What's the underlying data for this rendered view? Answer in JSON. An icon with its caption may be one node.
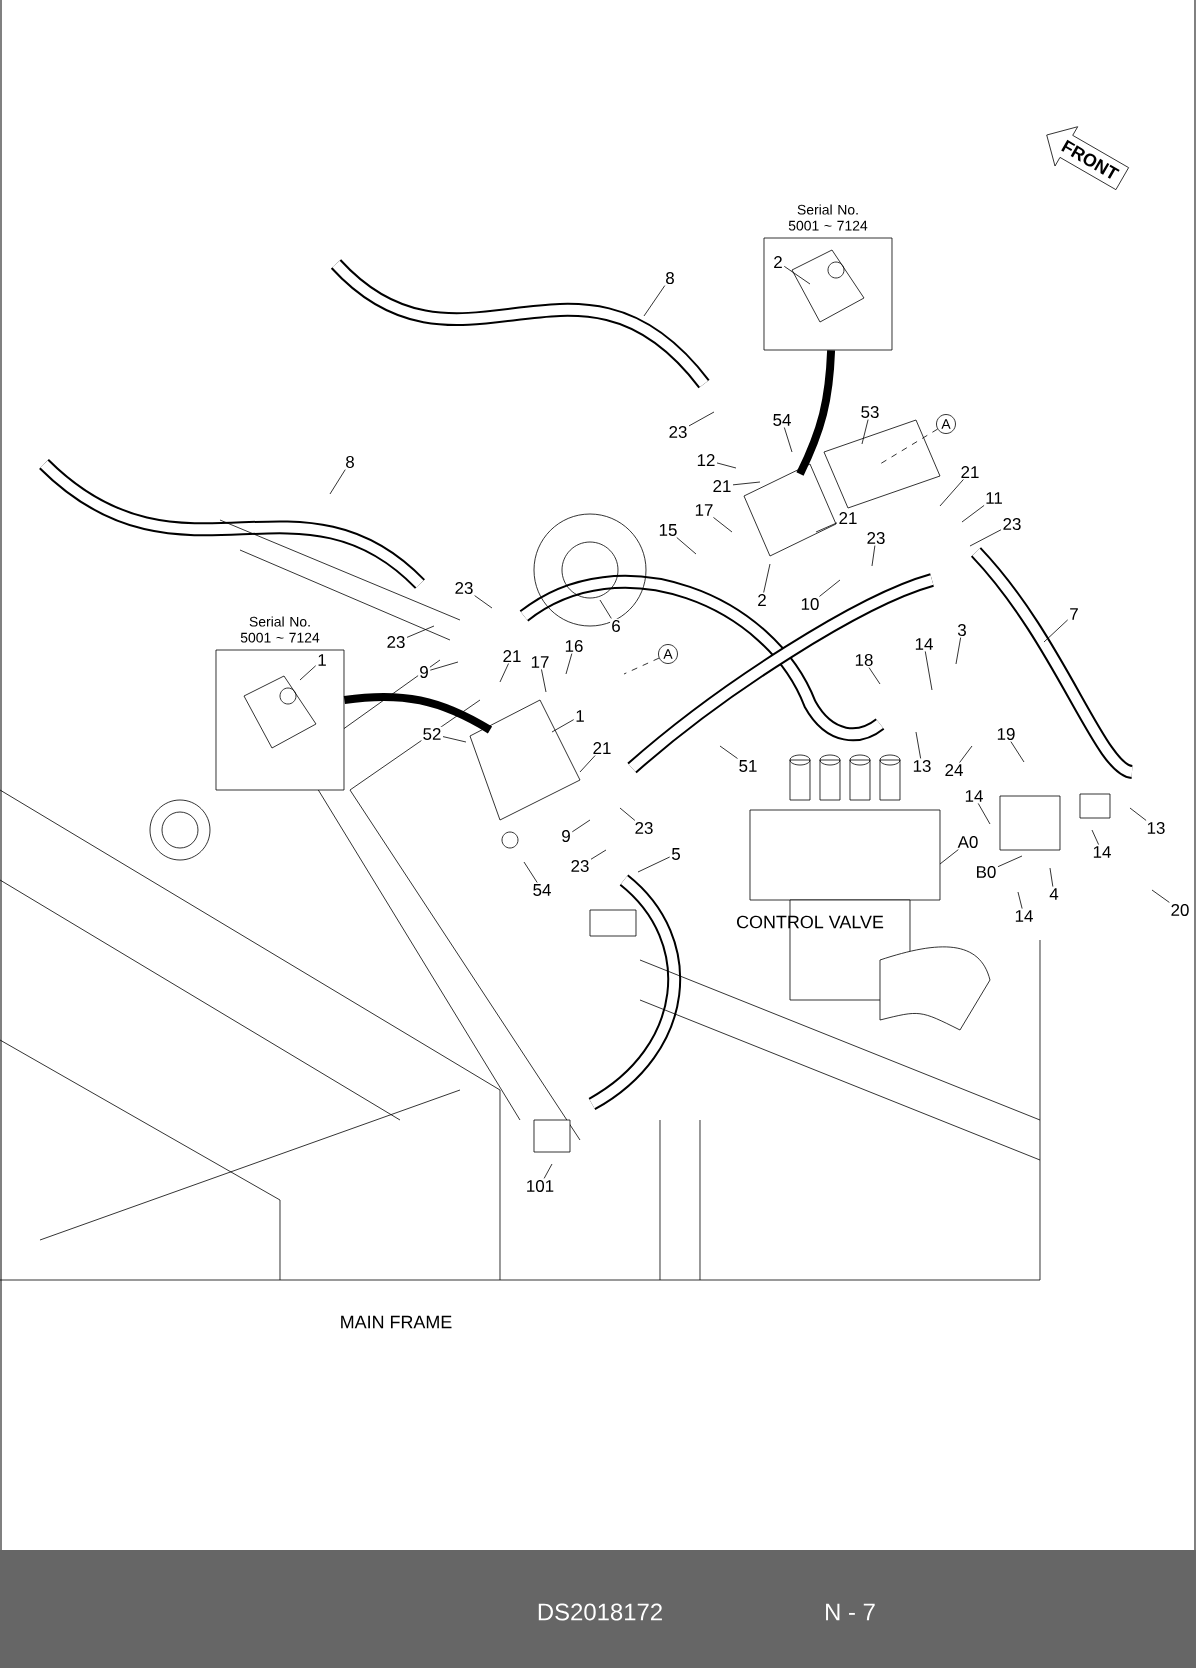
{
  "diagram": {
    "nodes": [
      {
        "text": [
          "FRONT"
        ]
      },
      {
        "text": [
          "Serial No. 5001 ~ 7124"
        ]
      },
      {
        "text": [
          "2"
        ],
        "in": 1
      },
      {
        "text": [
          "8"
        ]
      },
      {
        "text": [
          "54"
        ]
      },
      {
        "text": [
          "53"
        ]
      },
      {
        "text": [
          "A"
        ]
      },
      {
        "text": [
          "23"
        ]
      },
      {
        "text": [
          "12"
        ]
      },
      {
        "text": [
          "21"
        ]
      },
      {
        "text": [
          "21"
        ]
      },
      {
        "text": [
          "8"
        ]
      },
      {
        "text": [
          "11"
        ]
      },
      {
        "text": [
          "23"
        ]
      },
      {
        "text": [
          "17"
        ]
      },
      {
        "text": [
          "21"
        ]
      },
      {
        "text": [
          "15"
        ]
      },
      {
        "text": [
          "23"
        ]
      },
      {
        "text": [
          "23"
        ]
      },
      {
        "text": [
          "2"
        ]
      },
      {
        "text": [
          "10"
        ]
      },
      {
        "text": [
          "7"
        ]
      },
      {
        "text": [
          "Serial No. 5001 ~ 7124"
        ]
      },
      {
        "text": [
          "1"
        ],
        "in": 22
      },
      {
        "text": [
          "6"
        ]
      },
      {
        "text": [
          "3"
        ]
      },
      {
        "text": [
          "23"
        ]
      },
      {
        "text": [
          "14"
        ]
      },
      {
        "text": [
          "16"
        ]
      },
      {
        "text": [
          "A"
        ]
      },
      {
        "text": [
          "21"
        ]
      },
      {
        "text": [
          "17"
        ]
      },
      {
        "text": [
          "18"
        ]
      },
      {
        "text": [
          "9"
        ]
      },
      {
        "text": [
          "1"
        ]
      },
      {
        "text": [
          "19"
        ]
      },
      {
        "text": [
          "52"
        ]
      },
      {
        "text": [
          "21"
        ]
      },
      {
        "text": [
          "51"
        ]
      },
      {
        "text": [
          "13"
        ]
      },
      {
        "text": [
          "24"
        ]
      },
      {
        "text": [
          "14"
        ]
      },
      {
        "text": [
          "23"
        ]
      },
      {
        "text": [
          "13"
        ]
      },
      {
        "text": [
          "9"
        ]
      },
      {
        "text": [
          "A0"
        ]
      },
      {
        "text": [
          "14"
        ]
      },
      {
        "text": [
          "5"
        ]
      },
      {
        "text": [
          "23"
        ]
      },
      {
        "text": [
          "B0"
        ]
      },
      {
        "text": [
          "54"
        ]
      },
      {
        "text": [
          "4"
        ]
      },
      {
        "text": [
          "20"
        ]
      },
      {
        "text": [
          "14"
        ]
      },
      {
        "text": [
          "101"
        ]
      }
    ],
    "edges": [
      {
        "from": 1,
        "to": null,
        "arrow": "none",
        "style": "thick"
      },
      {
        "from": 2,
        "to": null,
        "arrow": "none"
      },
      {
        "from": 3,
        "to": null,
        "arrow": "none"
      },
      {
        "from": 4,
        "to": null,
        "arrow": "none"
      },
      {
        "from": 5,
        "to": null,
        "arrow": "none"
      },
      {
        "from": 6,
        "to": null,
        "arrow": "none",
        "style": "dashed"
      },
      {
        "from": 7,
        "to": null,
        "arrow": "none"
      },
      {
        "from": 8,
        "to": null,
        "arrow": "none"
      },
      {
        "from": 9,
        "to": null,
        "arrow": "none"
      },
      {
        "from": 10,
        "to": null,
        "arrow": "none"
      },
      {
        "from": 11,
        "to": null,
        "arrow": "none"
      },
      {
        "from": 12,
        "to": null,
        "arrow": "none"
      },
      {
        "from": 13,
        "to": null,
        "arrow": "none"
      },
      {
        "from": 14,
        "to": null,
        "arrow": "none"
      },
      {
        "from": 15,
        "to": null,
        "arrow": "none"
      },
      {
        "from": 16,
        "to": null,
        "arrow": "none"
      },
      {
        "from": 17,
        "to": null,
        "arrow": "none"
      },
      {
        "from": 18,
        "to": null,
        "arrow": "none"
      },
      {
        "from": 19,
        "to": null,
        "arrow": "none"
      },
      {
        "from": 20,
        "to": null,
        "arrow": "none"
      },
      {
        "from": 21,
        "to": null,
        "arrow": "none"
      },
      {
        "from": 22,
        "to": null,
        "arrow": "none",
        "style": "thick"
      },
      {
        "from": 23,
        "to": null,
        "arrow": "none"
      },
      {
        "from": 24,
        "to": null,
        "arrow": "none"
      },
      {
        "from": 25,
        "to": null,
        "arrow": "none"
      },
      {
        "from": 26,
        "to": null,
        "arrow": "none"
      },
      {
        "from": 27,
        "to": null,
        "arrow": "none"
      },
      {
        "from": 28,
        "to": null,
        "arrow": "none"
      },
      {
        "from": 29,
        "to": null,
        "arrow": "none",
        "style": "dashed"
      },
      {
        "from": 30,
        "to": null,
        "arrow": "none"
      },
      {
        "from": 31,
        "to": null,
        "arrow": "none"
      },
      {
        "from": 32,
        "to": null,
        "arrow": "none"
      },
      {
        "from": 33,
        "to": null,
        "arrow": "none"
      },
      {
        "from": 34,
        "to": null,
        "arrow": "none"
      },
      {
        "from": 35,
        "to": null,
        "arrow": "none"
      },
      {
        "from": 36,
        "to": null,
        "arrow": "none"
      },
      {
        "from": 37,
        "to": null,
        "arrow": "none"
      },
      {
        "from": 38,
        "to": null,
        "arrow": "none"
      },
      {
        "from": 39,
        "to": null,
        "arrow": "none"
      },
      {
        "from": 40,
        "to": null,
        "arrow": "none"
      },
      {
        "from": 41,
        "to": null,
        "arrow": "none"
      },
      {
        "from": 42,
        "to": null,
        "arrow": "none"
      },
      {
        "from": 43,
        "to": null,
        "arrow": "none"
      },
      {
        "from": 44,
        "to": null,
        "arrow": "none"
      },
      {
        "from": 45,
        "to": null,
        "arrow": "none"
      },
      {
        "from": 46,
        "to": null,
        "arrow": "none"
      },
      {
        "from": 47,
        "to": null,
        "arrow": "none"
      },
      {
        "from": 48,
        "to": null,
        "arrow": "none"
      },
      {
        "from": 49,
        "to": null,
        "arrow": "none"
      },
      {
        "from": 50,
        "to": null,
        "arrow": "none"
      },
      {
        "from": 51,
        "to": null,
        "arrow": "none"
      },
      {
        "from": 52,
        "to": null,
        "arrow": "none"
      },
      {
        "from": 53,
        "to": null,
        "arrow": "none"
      },
      {
        "from": 54,
        "to": null,
        "arrow": "none"
      }
    ],
    "labels": [
      "CONTROL VALVE",
      "MAIN FRAME",
      "DS2018172",
      "N - 7"
    ]
  }
}
